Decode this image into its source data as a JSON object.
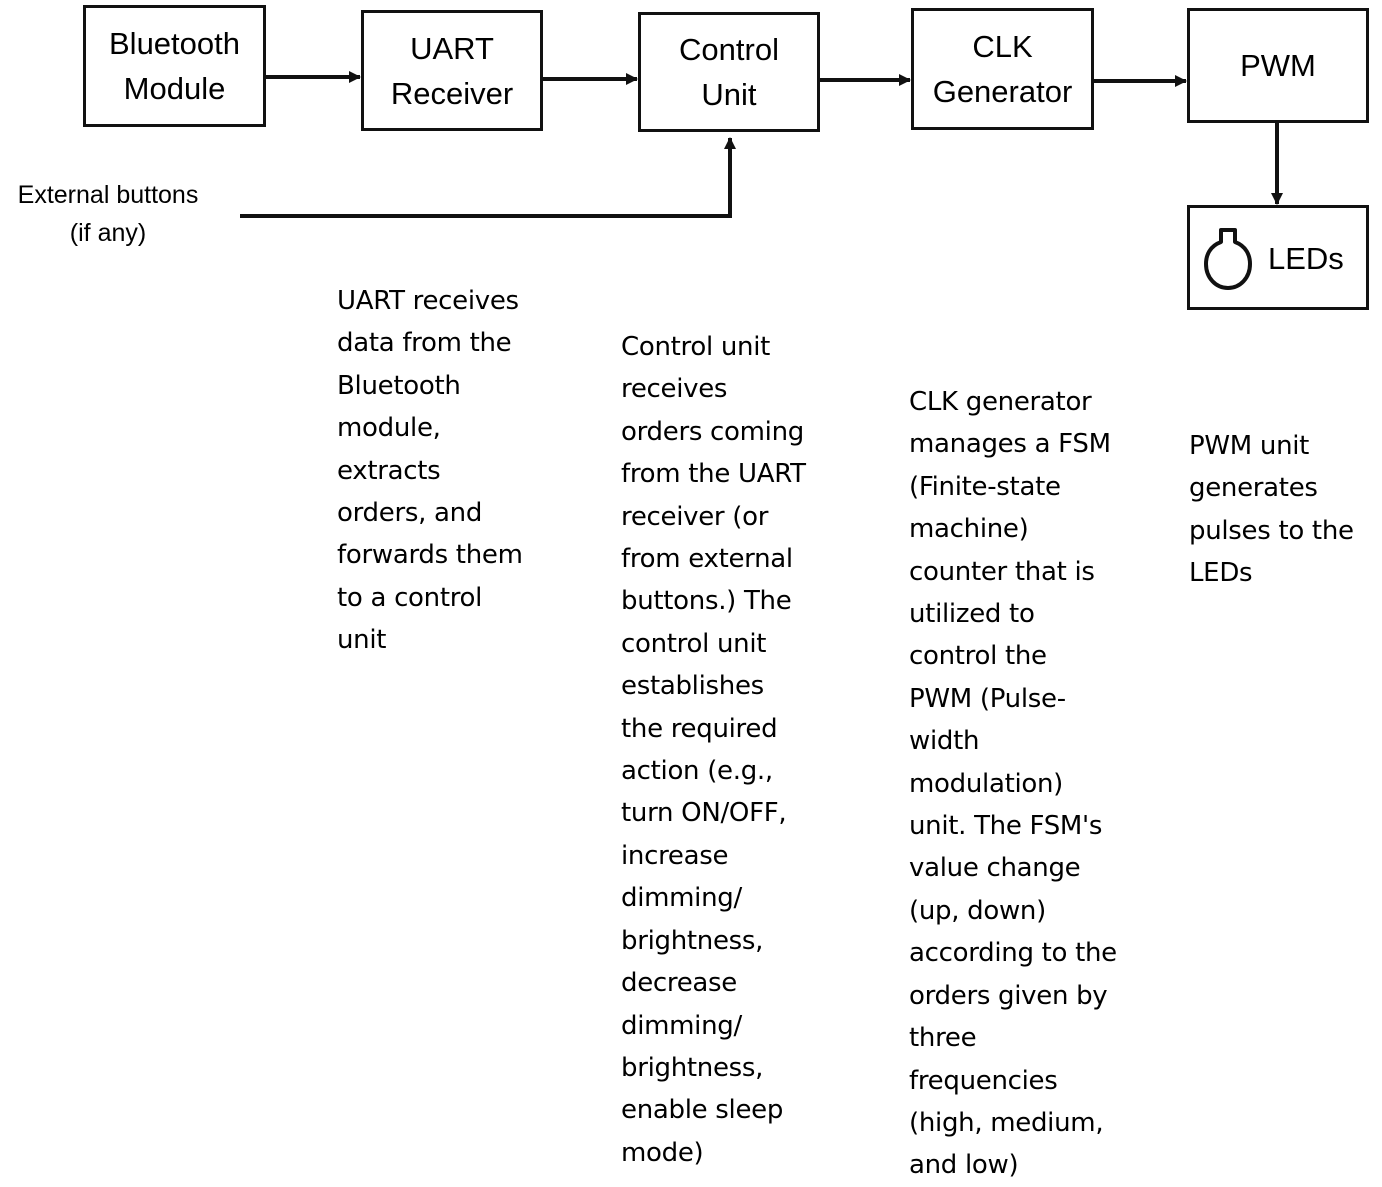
{
  "blocks": {
    "bluetooth": "Bluetooth\nModule",
    "uart": "UART\nReceiver",
    "control": "Control\nUnit",
    "clk": "CLK\nGenerator",
    "pwm": "PWM",
    "leds": "LEDs"
  },
  "external_input": "External buttons\n(if any)",
  "descriptions": {
    "uart": "UART receives\ndata from the\nBluetooth\nmodule,\nextracts\norders, and\nforwards them\nto a control\nunit",
    "control": "Control unit\nreceives\norders coming\nfrom the UART\nreceiver (or\nfrom  external\nbuttons.)  The\ncontrol unit\nestablishes\nthe required\naction (e.g.,\nturn ON/OFF,\nincrease\ndimming/\nbrightness,\ndecrease\ndimming/\nbrightness,\nenable sleep\nmode)",
    "clk": "CLK generator\nmanages a FSM\n(Finite-state\nmachine)\ncounter that is\nutilized to\ncontrol the\nPWM (Pulse-\nwidth\nmodulation)\nunit.  The FSM's\nvalue change\n(up, down)\naccording to the\norders given by\nthree\nfrequencies\n(high, medium,\nand low)",
    "pwm": "PWM unit\ngenerates\npulses to the\nLEDs"
  },
  "icons": {
    "led": "bulb-icon"
  },
  "colors": {
    "stroke": "#111111",
    "background": "#ffffff"
  }
}
